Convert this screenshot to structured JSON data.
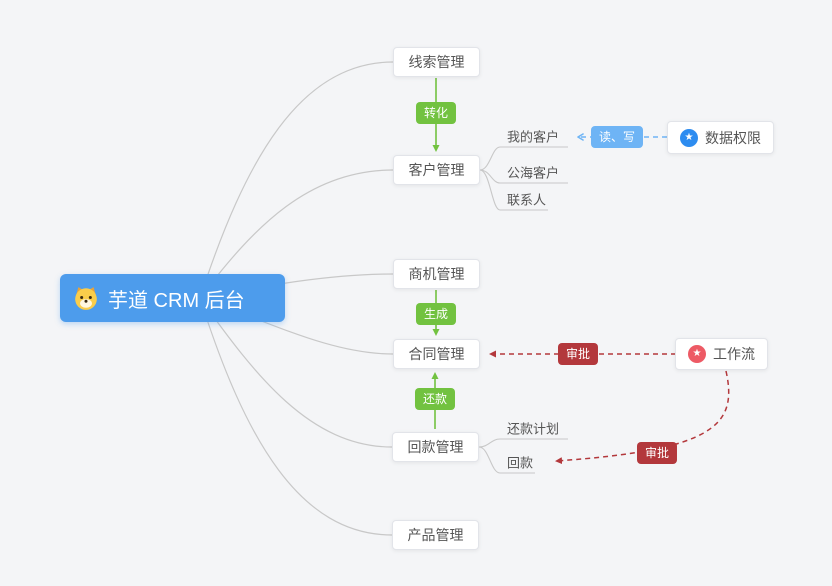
{
  "root": {
    "label": "芋道 CRM 后台"
  },
  "nodes": {
    "leads": {
      "label": "线索管理"
    },
    "customers": {
      "label": "客户管理"
    },
    "opportunity": {
      "label": "商机管理"
    },
    "contract": {
      "label": "合同管理"
    },
    "receivable": {
      "label": "回款管理"
    },
    "product": {
      "label": "产品管理"
    }
  },
  "sub_nodes": {
    "my_customer": {
      "label": "我的客户"
    },
    "public_customer": {
      "label": "公海客户"
    },
    "contact": {
      "label": "联系人"
    },
    "repay_plan": {
      "label": "还款计划"
    },
    "receivable_record": {
      "label": "回款"
    }
  },
  "badges": {
    "convert": {
      "label": "转化"
    },
    "generate": {
      "label": "生成"
    },
    "repay": {
      "label": "还款"
    },
    "read_write": {
      "label": "读、写"
    },
    "approve_contract": {
      "label": "审批"
    },
    "approve_receivable": {
      "label": "审批"
    }
  },
  "side_nodes": {
    "data_permission": {
      "label": "数据权限",
      "icon_glyph": "★"
    },
    "workflow": {
      "label": "工作流",
      "icon_glyph": "★"
    }
  },
  "colors": {
    "background": "#F4F5F7",
    "root_bg": "#4D9CEC",
    "badge_green": "#72C240",
    "badge_blue": "#6EB4F5",
    "badge_red": "#B3383C",
    "edge_gray": "#C8C8C8",
    "icon_blue": "#2D8CF0",
    "icon_red": "#ED5A65"
  }
}
